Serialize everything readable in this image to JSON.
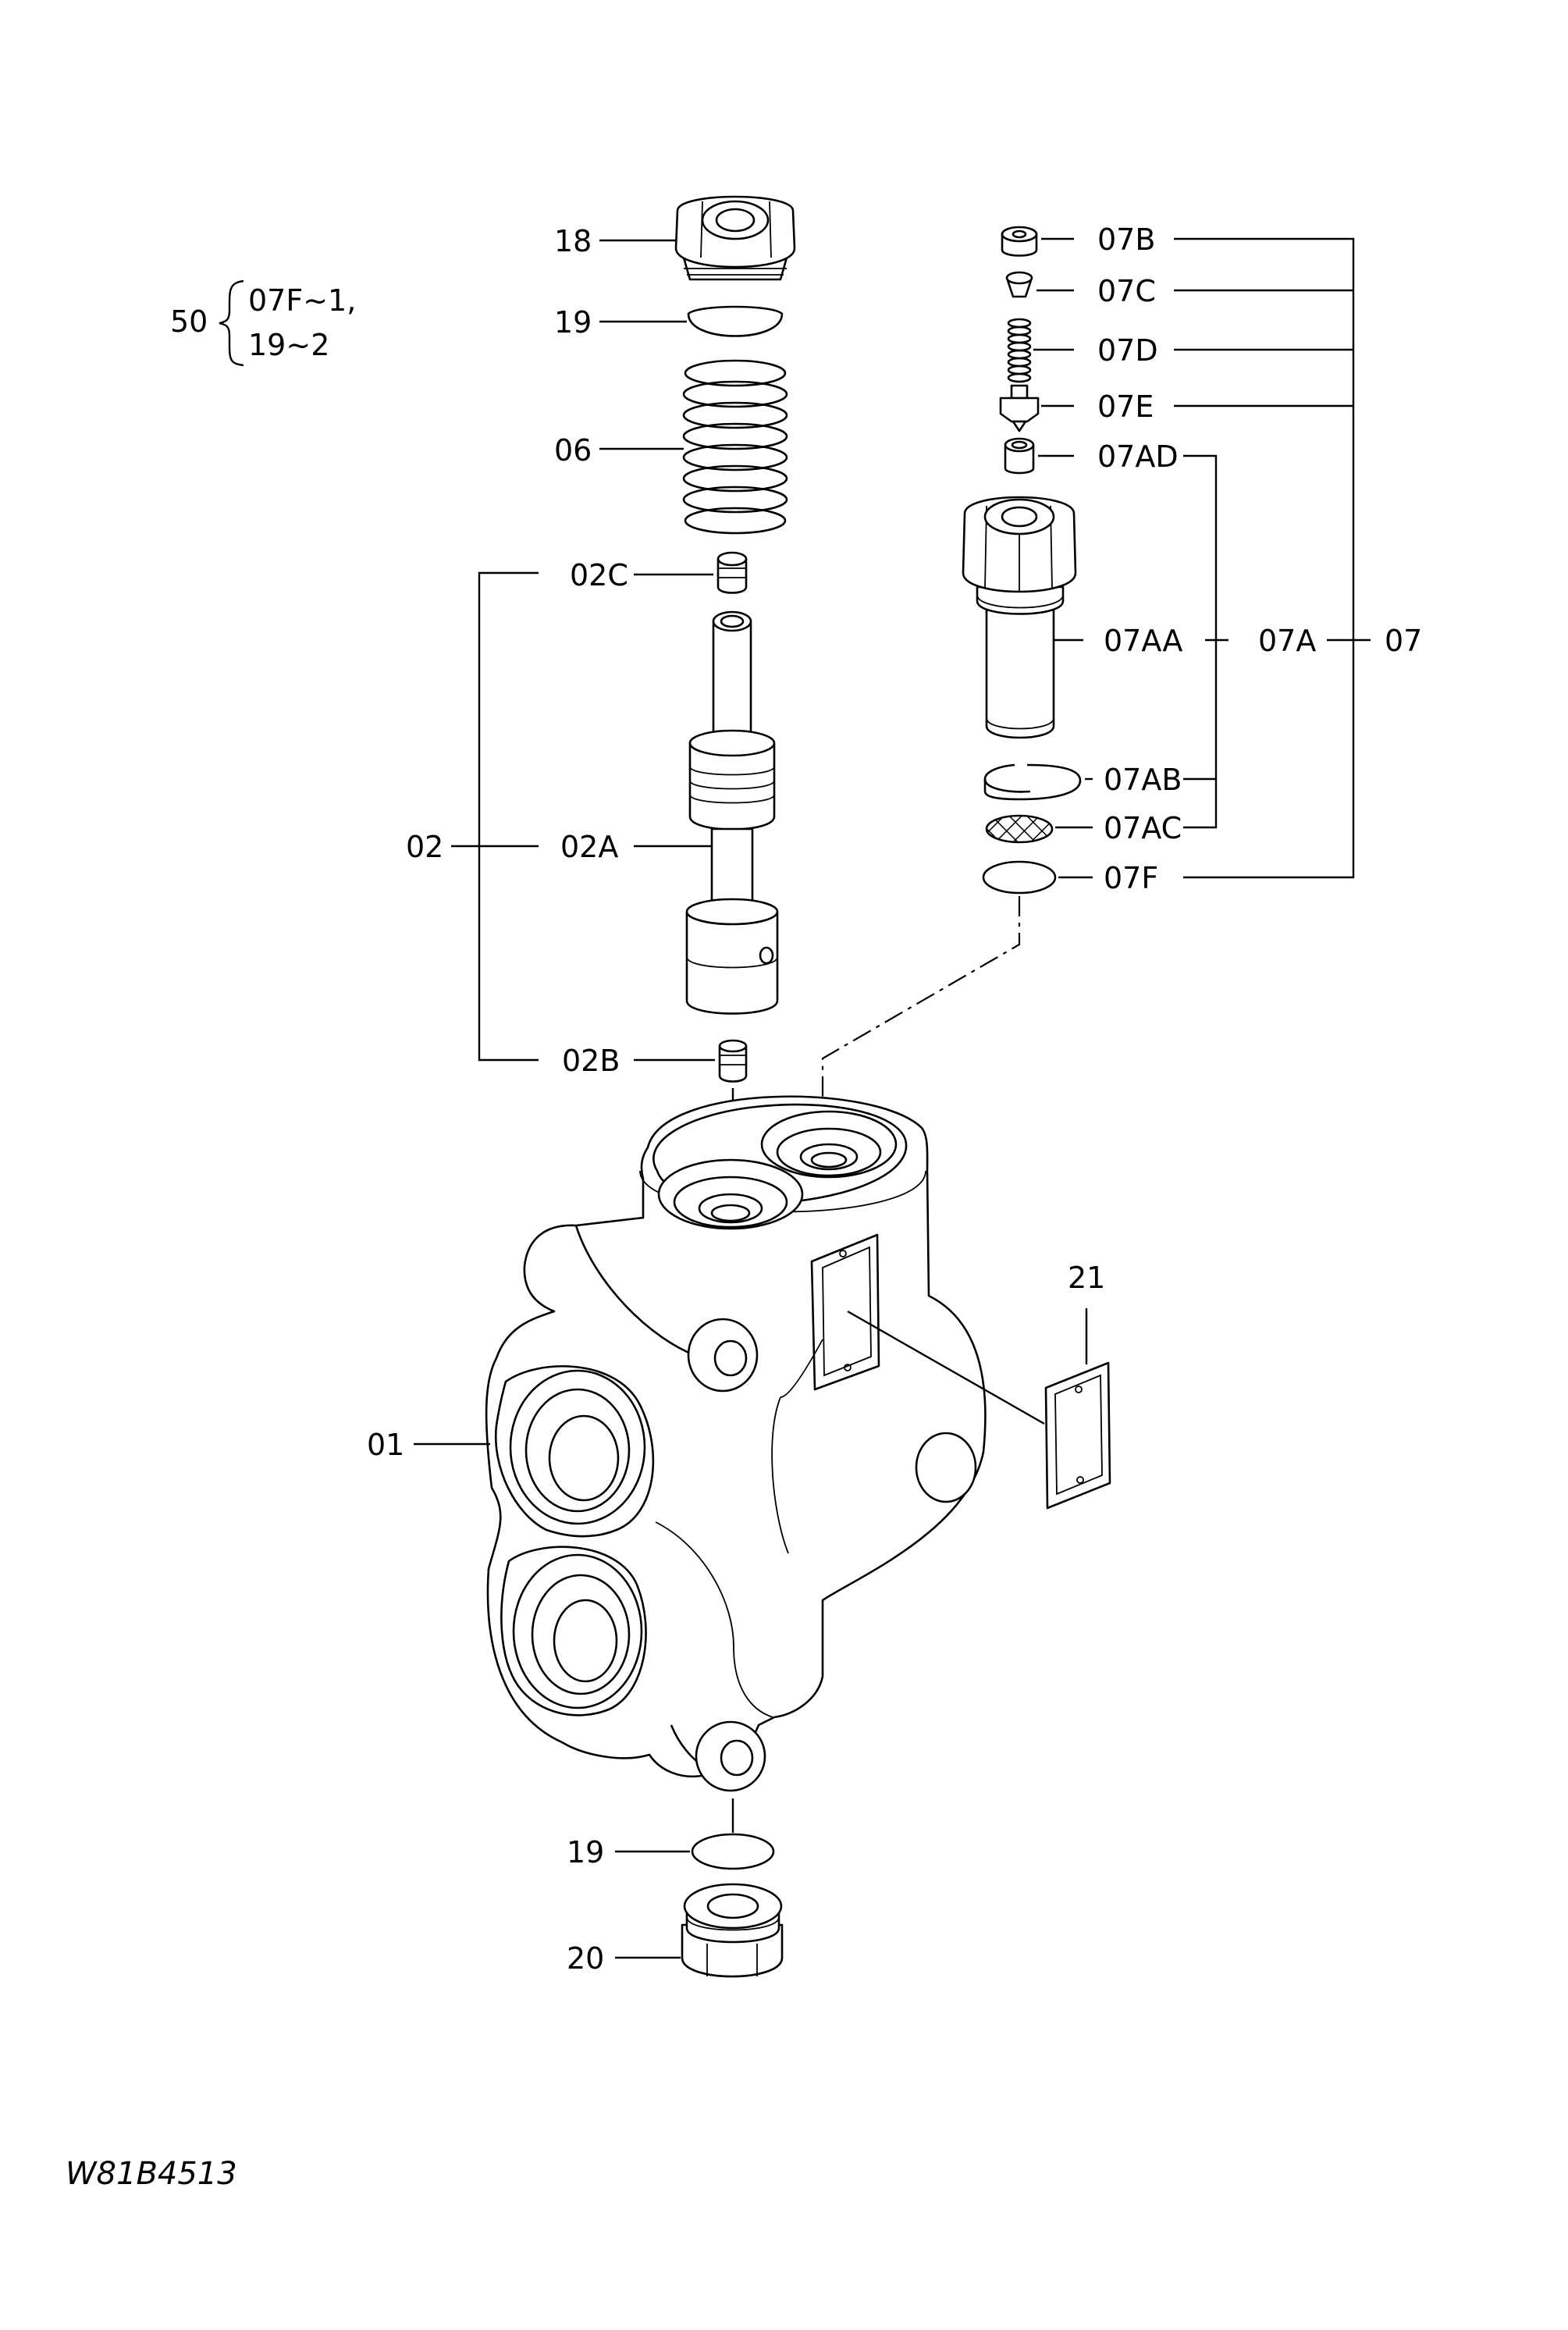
{
  "drawing_ref": "W81B4513",
  "kit": {
    "number": "50",
    "line1": "07F~1,",
    "line2": "19~2"
  },
  "callouts": {
    "p18": "18",
    "p19_top": "19",
    "p06": "06",
    "p02C": "02C",
    "p02": "02",
    "p02A": "02A",
    "p02B": "02B",
    "p07B": "07B",
    "p07C": "07C",
    "p07D": "07D",
    "p07E": "07E",
    "p07AD": "07AD",
    "p07AA": "07AA",
    "p07A": "07A",
    "p07": "07",
    "p07AB": "07AB",
    "p07AC": "07AC",
    "p07F": "07F",
    "p21": "21",
    "p01": "01",
    "p19_bottom": "19",
    "p20": "20"
  }
}
